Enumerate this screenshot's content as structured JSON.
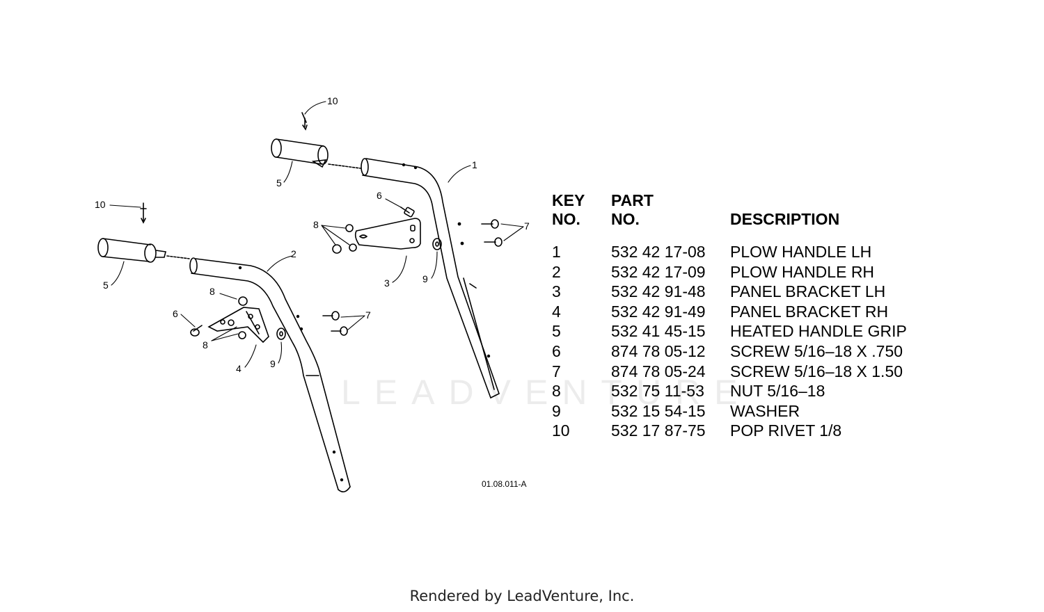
{
  "table": {
    "header": {
      "key_line1": "KEY",
      "key_line2": "NO.",
      "part_line1": "PART",
      "part_line2": "NO.",
      "description": "DESCRIPTION"
    },
    "rows": [
      {
        "key": "1",
        "part": "532 42 17-08",
        "description": "PLOW HANDLE LH"
      },
      {
        "key": "2",
        "part": "532 42 17-09",
        "description": "PLOW HANDLE RH"
      },
      {
        "key": "3",
        "part": "532 42 91-48",
        "description": "PANEL BRACKET LH"
      },
      {
        "key": "4",
        "part": "532 42 91-49",
        "description": "PANEL BRACKET RH"
      },
      {
        "key": "5",
        "part": "532 41 45-15",
        "description": "HEATED HANDLE GRIP"
      },
      {
        "key": "6",
        "part": "874 78 05-12",
        "description": "SCREW 5/16–18 X .750"
      },
      {
        "key": "7",
        "part": "874 78 05-24",
        "description": "SCREW 5/16–18 X 1.50"
      },
      {
        "key": "8",
        "part": "532 75 11-53",
        "description": "NUT 5/16–18"
      },
      {
        "key": "9",
        "part": "532 15 54-15",
        "description": "WASHER"
      },
      {
        "key": "10",
        "part": "532 17 87-75",
        "description": "POP RIVET 1/8"
      }
    ]
  },
  "callouts": {
    "c1": "1",
    "c2": "2",
    "c3": "3",
    "c4": "4",
    "c5a": "5",
    "c5b": "5",
    "c6a": "6",
    "c6b": "6",
    "c7a": "7",
    "c7b": "7",
    "c8a": "8",
    "c8b": "8",
    "c8c": "8",
    "c9a": "9",
    "c9b": "9",
    "c10a": "10",
    "c10b": "10"
  },
  "diagram_number": "01.08.011-A",
  "watermark": "LEADVENTURE",
  "footer": "Rendered by LeadVenture, Inc."
}
